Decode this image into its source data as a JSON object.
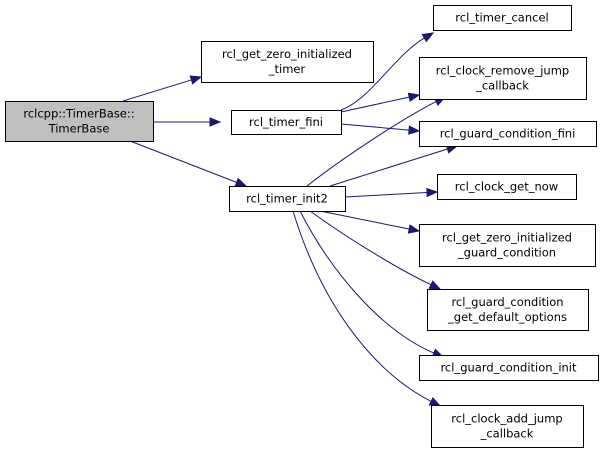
{
  "colors": {
    "edge": "#191970",
    "root_fill": "#bfbfbf",
    "node_fill": "#ffffff",
    "border": "#000000"
  },
  "nodes": {
    "timerbase": {
      "lines": [
        "rclcpp::TimerBase::",
        "TimerBase"
      ]
    },
    "get_zero_timer": {
      "lines": [
        "rcl_get_zero_initialized",
        "_timer"
      ]
    },
    "timer_fini": {
      "lines": [
        "rcl_timer_fini"
      ]
    },
    "timer_init2": {
      "lines": [
        "rcl_timer_init2"
      ]
    },
    "timer_cancel": {
      "lines": [
        "rcl_timer_cancel"
      ]
    },
    "clock_remove_jump": {
      "lines": [
        "rcl_clock_remove_jump",
        "_callback"
      ]
    },
    "guard_condition_fini": {
      "lines": [
        "rcl_guard_condition_fini"
      ]
    },
    "clock_get_now": {
      "lines": [
        "rcl_clock_get_now"
      ]
    },
    "get_zero_guard": {
      "lines": [
        "rcl_get_zero_initialized",
        "_guard_condition"
      ]
    },
    "guard_default_options": {
      "lines": [
        "rcl_guard_condition",
        "_get_default_options"
      ]
    },
    "guard_condition_init": {
      "lines": [
        "rcl_guard_condition_init"
      ]
    },
    "clock_add_jump": {
      "lines": [
        "rcl_clock_add_jump",
        "_callback"
      ]
    }
  },
  "edges": [
    [
      "timerbase",
      "get_zero_timer"
    ],
    [
      "timerbase",
      "timer_fini"
    ],
    [
      "timerbase",
      "timer_init2"
    ],
    [
      "timer_fini",
      "timer_cancel"
    ],
    [
      "timer_fini",
      "clock_remove_jump"
    ],
    [
      "timer_fini",
      "guard_condition_fini"
    ],
    [
      "timer_init2",
      "clock_remove_jump"
    ],
    [
      "timer_init2",
      "guard_condition_fini"
    ],
    [
      "timer_init2",
      "clock_get_now"
    ],
    [
      "timer_init2",
      "get_zero_guard"
    ],
    [
      "timer_init2",
      "guard_default_options"
    ],
    [
      "timer_init2",
      "guard_condition_init"
    ],
    [
      "timer_init2",
      "clock_add_jump"
    ]
  ]
}
